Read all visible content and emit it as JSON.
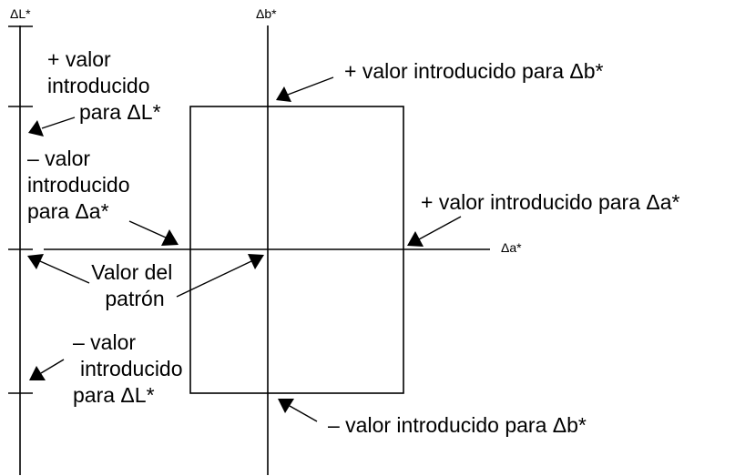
{
  "axes": {
    "l_axis_label": "ΔL*",
    "b_axis_label": "Δb*",
    "a_axis_label": "Δa*"
  },
  "labels": {
    "plus_l": [
      "+ valor",
      "introducido",
      "para ΔL*"
    ],
    "minus_a": [
      "– valor",
      "introducido",
      "para Δa*"
    ],
    "standard": [
      "Valor del",
      "patrón"
    ],
    "minus_l": [
      "– valor",
      "introducido",
      "para ΔL*"
    ],
    "plus_b": "+ valor introducido para Δb*",
    "plus_a": "+ valor introducido para Δa*",
    "minus_b": "– valor introducido para Δb*"
  },
  "colors": {
    "ink": "#000000",
    "background": "#ffffff"
  }
}
